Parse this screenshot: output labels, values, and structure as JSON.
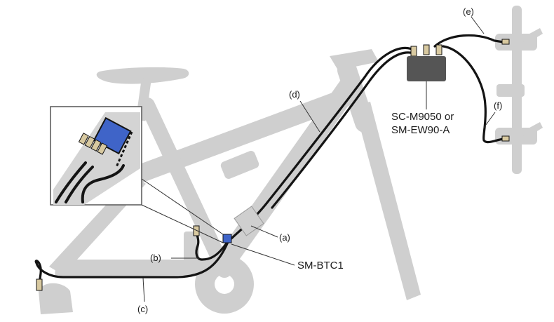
{
  "labels": {
    "a": "(a)",
    "b": "(b)",
    "c": "(c)",
    "d": "(d)",
    "e": "(e)",
    "f": "(f)",
    "junction_line1": "SC-M9050 or",
    "junction_line2": "SM-EW90-A",
    "battery": "SM-BTC1"
  },
  "colors": {
    "frame": "#cfcfcf",
    "frame_dark": "#bdbdbd",
    "cable": "#141414",
    "junction_box": "#555555",
    "connector": "#d8c9a0",
    "battery_blue": "#3f64c8",
    "leader": "#333333"
  }
}
